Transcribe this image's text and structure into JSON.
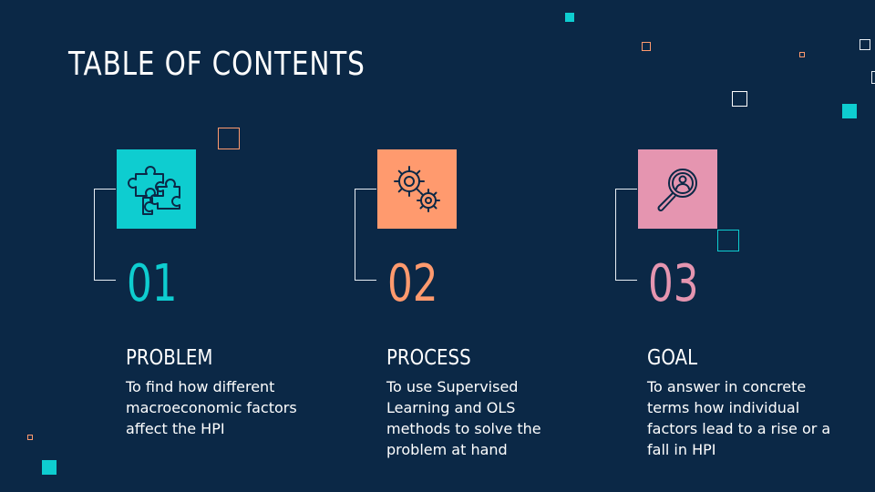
{
  "title": "TABLE OF CONTENTS",
  "colors": {
    "background": "#0b2846",
    "teal": "#0ecdd0",
    "orange": "#ff9a6e",
    "pink": "#e595b0"
  },
  "items": [
    {
      "number": "01",
      "heading": "PROBLEM",
      "description": "To find how different macroeconomic factors affect the HPI",
      "icon": "puzzle-icon",
      "color": "#0ecdd0"
    },
    {
      "number": "02",
      "heading": "PROCESS",
      "description": "To use Supervised Learning and OLS methods to solve the problem at hand",
      "icon": "gears-icon",
      "color": "#ff9a6e"
    },
    {
      "number": "03",
      "heading": "GOAL",
      "description": "To answer in concrete terms how individual factors lead to a rise or a fall in HPI",
      "icon": "magnifier-user-icon",
      "color": "#e595b0"
    }
  ]
}
